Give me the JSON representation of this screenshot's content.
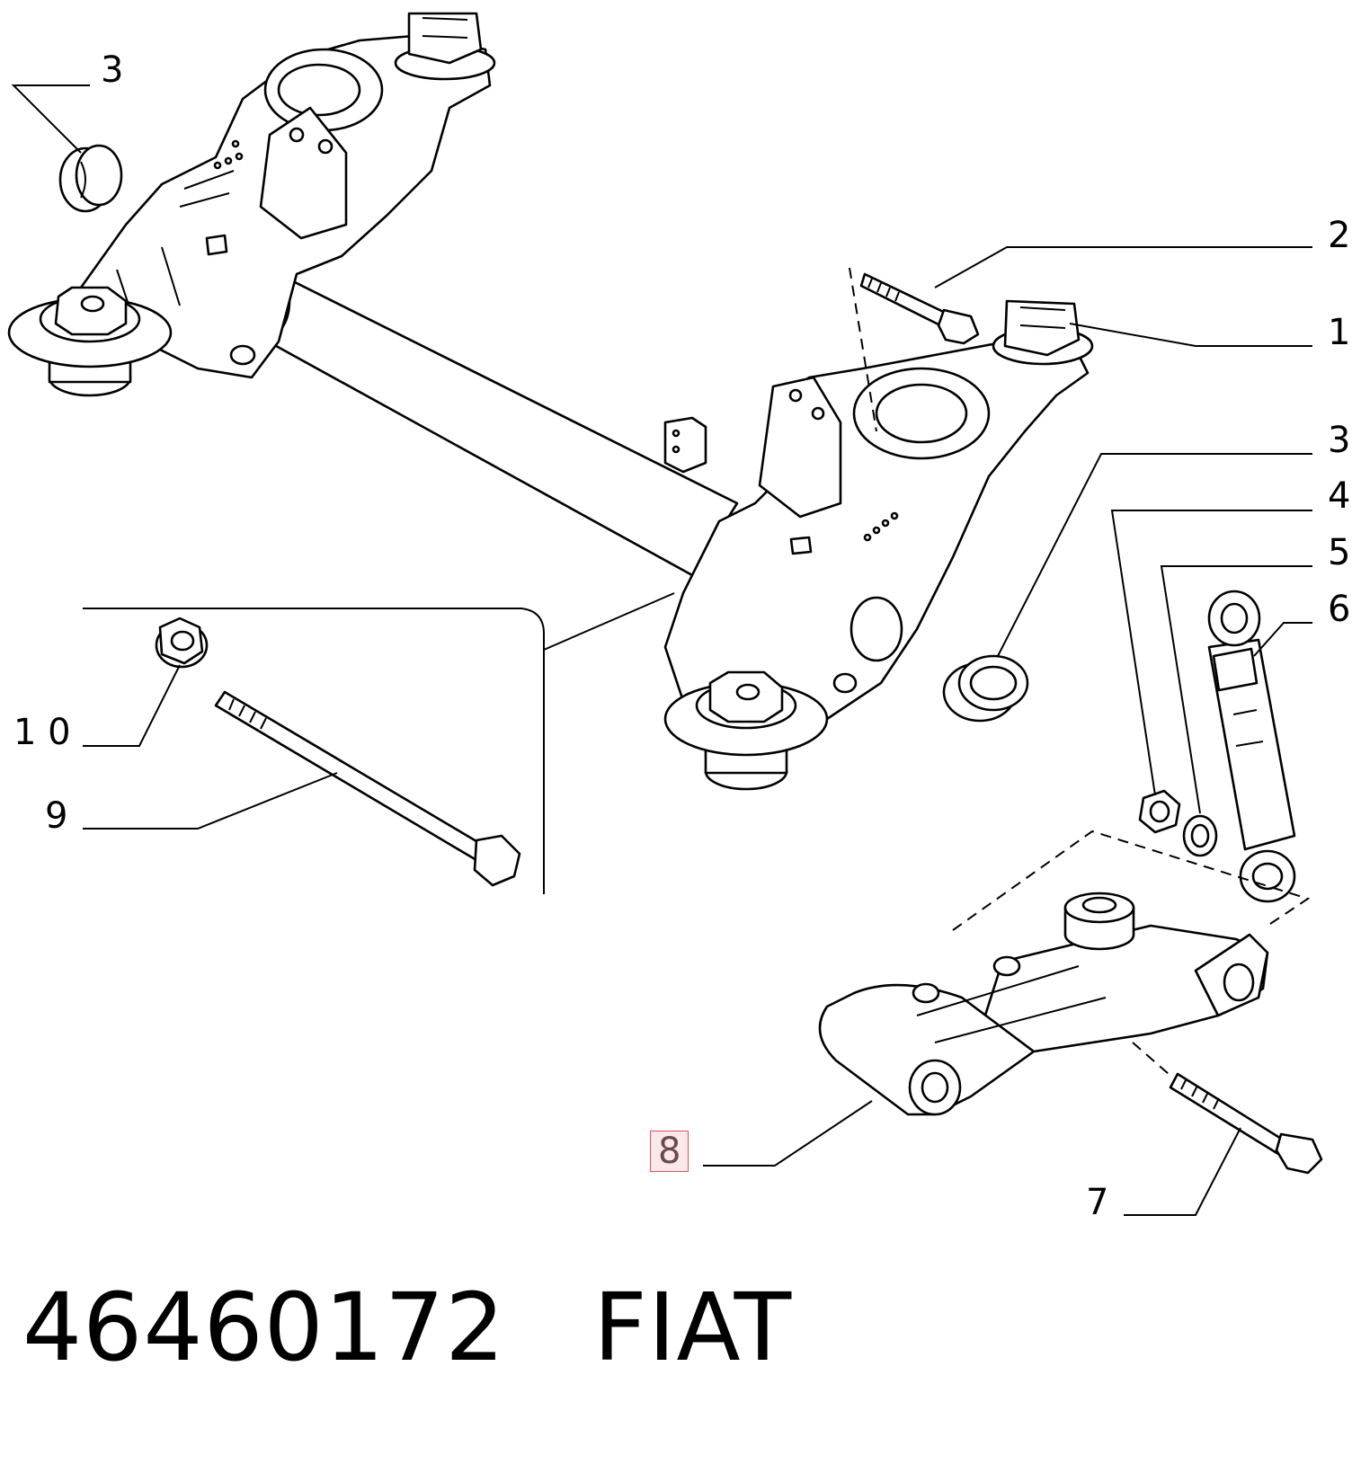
{
  "diagram": {
    "callouts": [
      {
        "id": "c3a",
        "text": "3"
      },
      {
        "id": "c2",
        "text": "2"
      },
      {
        "id": "c1",
        "text": "1"
      },
      {
        "id": "c3b",
        "text": "3"
      },
      {
        "id": "c4",
        "text": "4"
      },
      {
        "id": "c5",
        "text": "5"
      },
      {
        "id": "c6",
        "text": "6"
      },
      {
        "id": "c10",
        "text": "1 0"
      },
      {
        "id": "c9",
        "text": "9"
      },
      {
        "id": "c8",
        "text": "8"
      },
      {
        "id": "c7",
        "text": "7"
      }
    ],
    "highlighted_callout": "8",
    "highlight_color": "#d9535b"
  },
  "footer": {
    "part_number": "46460172",
    "brand": "FIAT"
  }
}
